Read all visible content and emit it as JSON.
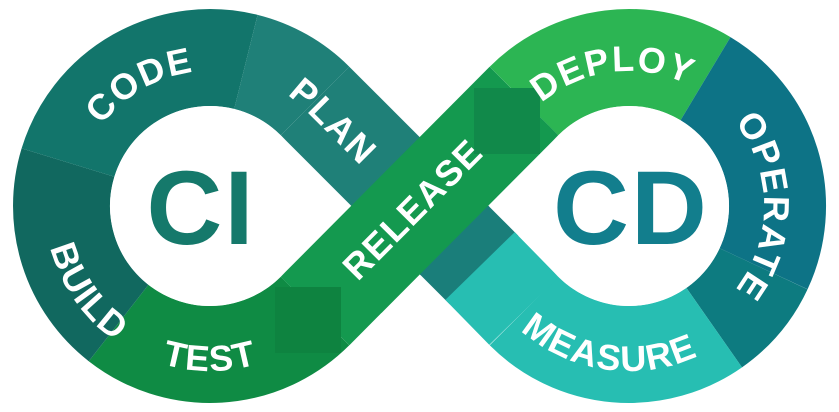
{
  "diagram": {
    "type": "ci-cd-infinity-loop",
    "center_left_label": "CI",
    "center_right_label": "CD",
    "stages": {
      "plan": "PLAN",
      "code": "CODE",
      "build": "BUILD",
      "test": "TEST",
      "release": "RELEASE",
      "deploy": "DEPLOY",
      "operate": "OPERATE",
      "measure": "MEASURE"
    },
    "colors": {
      "background": "#ffffff",
      "code": "#12756B",
      "plan": "#1F8078",
      "build": "#11685F",
      "test": "#0F8B44",
      "test_fold": "#0E8340",
      "release": "#14994F",
      "release_fold": "#11894A",
      "deploy": "#2CB553",
      "operate": "#0D7386",
      "operate_dark": "#0D7B80",
      "measure": "#27BEB2",
      "under_band_dark": "#1A7E7A",
      "ci_text": "#15796B",
      "cd_text": "#127E8D",
      "label_text": "#FFFFFF",
      "inner_circle": "#FFFFFF"
    }
  }
}
